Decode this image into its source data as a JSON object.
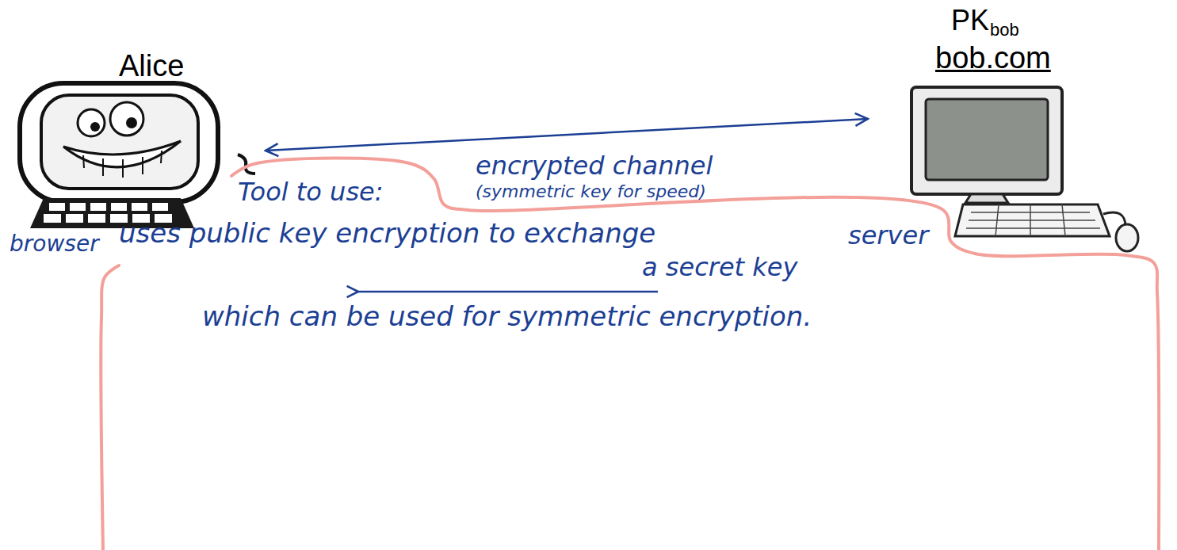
{
  "diagram": {
    "nodes": [
      {
        "text": [
          "Alice",
          "browser"
        ]
      },
      {
        "text": [
          "PK",
          "bob",
          "bob.com"
        ]
      },
      {
        "text": [
          "Tool to use:",
          "uses public key encryption to exchange",
          "server",
          "a secret key",
          "which can be used for symmetric encryption."
        ]
      }
    ],
    "edges": [
      {
        "from": 0,
        "to": 1,
        "arrow": "both",
        "label": "encrypted channel"
      }
    ],
    "labels": [
      "(symmetric key for speed)"
    ]
  }
}
